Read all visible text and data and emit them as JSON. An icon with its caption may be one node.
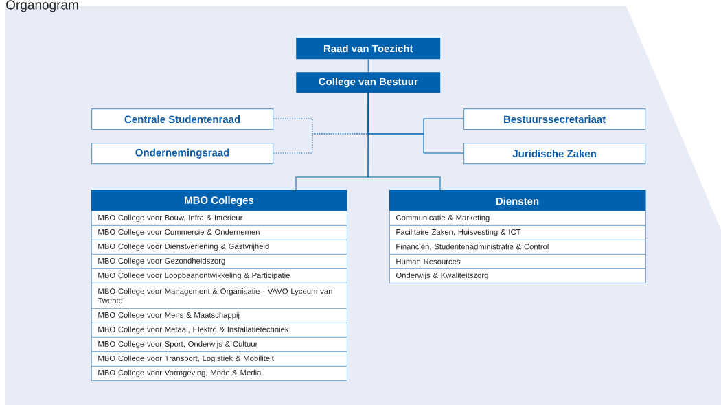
{
  "diagram": {
    "title": "Organogram",
    "nodes": [
      {
        "text": [
          "Raad van Toezicht"
        ]
      },
      {
        "text": [
          "College van Bestuur"
        ]
      },
      {
        "text": [
          "Centrale Studentenraad"
        ]
      },
      {
        "text": [
          "Bestuurssecretariaat"
        ]
      },
      {
        "text": [
          "Ondernemingsraad"
        ]
      },
      {
        "text": [
          "Juridische Zaken"
        ]
      },
      {
        "text": [
          "MBO Colleges"
        ]
      },
      {
        "text": [
          "MBO College voor Bouw, Infra & Interieur"
        ],
        "in": 6
      },
      {
        "text": [
          "MBO College voor Commercie & Ondernemen"
        ],
        "in": 6
      },
      {
        "text": [
          "MBO College voor Dienstverlening & Gastvrijheid"
        ],
        "in": 6
      },
      {
        "text": [
          "MBO College voor Gezondheidszorg"
        ],
        "in": 6
      },
      {
        "text": [
          "MBO College voor Loopbaanontwikkeling & Participatie"
        ],
        "in": 6
      },
      {
        "text": [
          "MBO College voor Management & Organisatie - VAVO Lyceum van Twente"
        ],
        "in": 6
      },
      {
        "text": [
          "MBO College voor Mens & Maatschappij"
        ],
        "in": 6
      },
      {
        "text": [
          "MBO College voor Metaal, Elektro & Installatietechniek"
        ],
        "in": 6
      },
      {
        "text": [
          "MBO College voor Sport, Onderwijs & Cultuur"
        ],
        "in": 6
      },
      {
        "text": [
          "MBO College voor Transport, Logistiek & Mobiliteit"
        ],
        "in": 6
      },
      {
        "text": [
          "MBO College voor Vormgeving, Mode & Media"
        ],
        "in": 6
      },
      {
        "text": [
          "Diensten"
        ]
      },
      {
        "text": [
          "Communicatie & Marketing"
        ],
        "in": 18
      },
      {
        "text": [
          "Facilitaire Zaken, Huisvesting & ICT"
        ],
        "in": 18
      },
      {
        "text": [
          "Financiën, Studentenadministratie & Control"
        ],
        "in": 18
      },
      {
        "text": [
          "Human Resources"
        ],
        "in": 18
      },
      {
        "text": [
          "Onderwijs & Kwaliteitszorg"
        ],
        "in": 18
      }
    ],
    "edges": [
      {
        "from": 0,
        "to": 1,
        "arrow": "none"
      },
      {
        "from": 2,
        "to": 1,
        "arrow": "none",
        "style": "dashed"
      },
      {
        "from": 4,
        "to": 1,
        "arrow": "none",
        "style": "dashed"
      },
      {
        "from": 1,
        "to": 3,
        "arrow": "none"
      },
      {
        "from": 1,
        "to": 5,
        "arrow": "none"
      },
      {
        "from": 1,
        "to": 6,
        "arrow": "none"
      },
      {
        "from": 1,
        "to": 18,
        "arrow": "none"
      }
    ]
  }
}
